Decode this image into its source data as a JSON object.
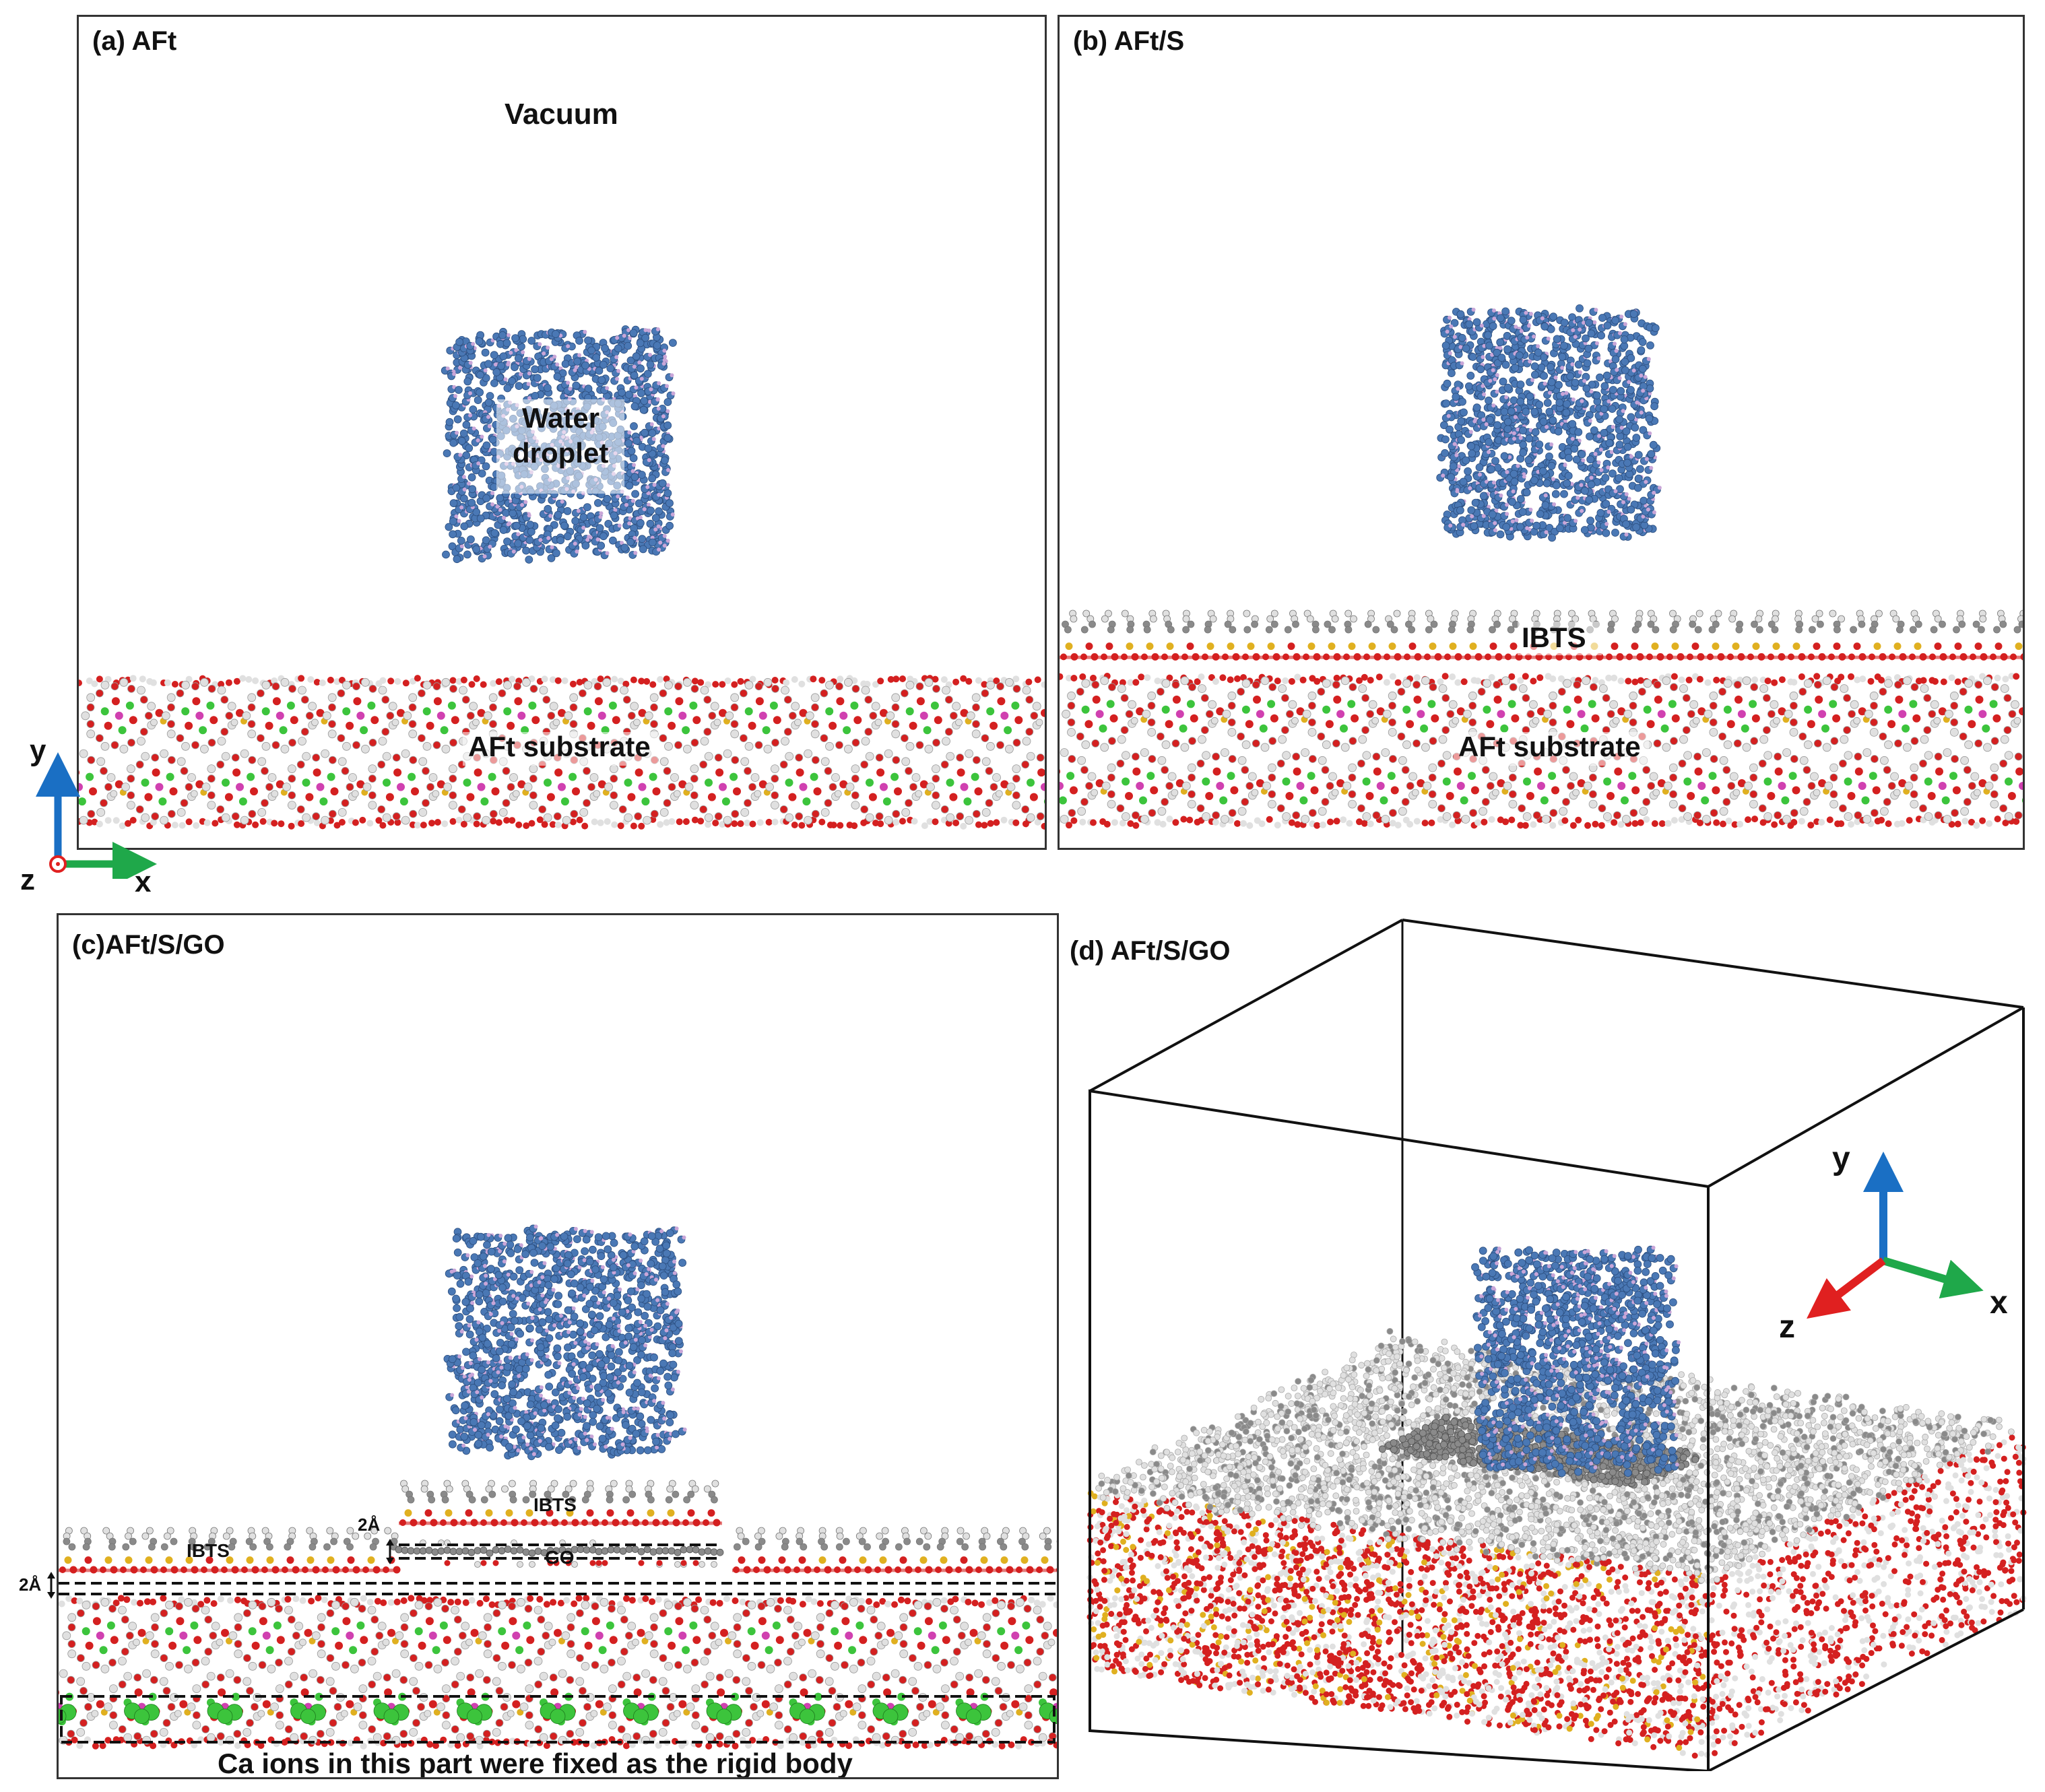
{
  "panels": {
    "a": {
      "title": "(a) AFt",
      "vacuum": "Vacuum",
      "droplet_line1": "Water",
      "droplet_line2": "droplet",
      "substrate": "AFt substrate"
    },
    "b": {
      "title": "(b) AFt/S",
      "ibts": "IBTS",
      "substrate": "AFt substrate"
    },
    "c": {
      "title": "(c)AFt/S/GO",
      "ibts_left": "IBTS",
      "ibts_top": "IBTS",
      "go": "GO",
      "gap_top": "2Å",
      "gap_left": "2Å",
      "rigid_caption": "Ca ions in this part were fixed as the rigid body"
    },
    "d": {
      "title": "(d) AFt/S/GO"
    }
  },
  "axes_2d": {
    "y": "y",
    "x": "x",
    "z": "z"
  },
  "axes_3d": {
    "y": "y",
    "x": "x",
    "z": "z"
  },
  "colors": {
    "water": "#4a78b5",
    "oxygen": "#d42020",
    "hydrogen": "#e0e0e0",
    "calcium": "#3cc43c",
    "aluminum": "#d040b0",
    "sulfur": "#e0b020",
    "carbon": "#8a8a8a",
    "axis_y": "#1a6fc4",
    "axis_x": "#1fa84a",
    "axis_z": "#e02020"
  }
}
